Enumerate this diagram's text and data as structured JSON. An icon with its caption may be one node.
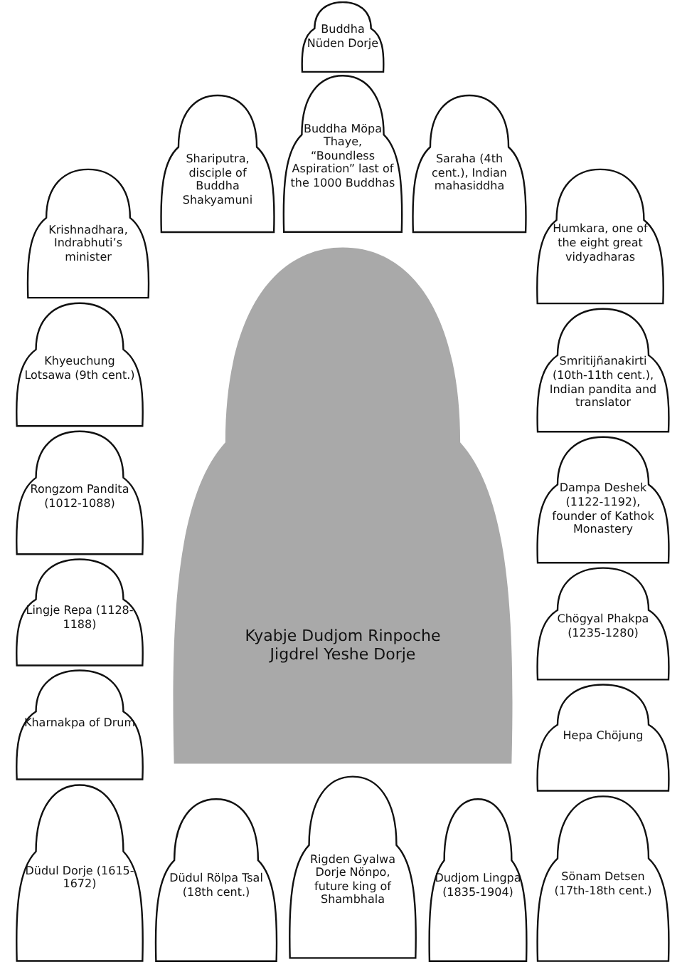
{
  "diagram": {
    "nodes": [
      {
        "text": [
          "Buddha Nüden Dorje"
        ]
      },
      {
        "text": [
          "Buddha Möpa Thaye, “Boundless Aspiration” last of the 1000 Buddhas"
        ]
      },
      {
        "text": [
          "Shariputra, disciple of Buddha Shakyamuni"
        ]
      },
      {
        "text": [
          "Saraha (4th cent.), Indian mahasiddha"
        ]
      },
      {
        "text": [
          "Krishnadhara, Indrabhuti’s minister"
        ]
      },
      {
        "text": [
          "Humkara, one of the eight great vidyadharas"
        ]
      },
      {
        "text": [
          "Khyeuchung Lotsawa (9th cent.)"
        ]
      },
      {
        "text": [
          "Smritijñanakirti (10th-11th cent.), Indian pandita and translator"
        ]
      },
      {
        "text": [
          "Kyabje Dudjom Rinpoche Jigdrel Yeshe Dorje"
        ]
      },
      {
        "text": [
          "Rongzom Pandita (1012-1088)"
        ]
      },
      {
        "text": [
          "Dampa Deshek (1122-1192), founder of Kathok Monastery"
        ]
      },
      {
        "text": [
          "Lingje Repa (1128-1188)"
        ]
      },
      {
        "text": [
          "Chögyal Phakpa (1235-1280)"
        ]
      },
      {
        "text": [
          "Kharnakpa of Drum"
        ]
      },
      {
        "text": [
          "Hepa Chöjung"
        ]
      },
      {
        "text": [
          "Rigden Gyalwa Dorje Nönpo, future king of Shambhala"
        ]
      },
      {
        "text": [
          "Düdul Dorje (1615-1672)"
        ]
      },
      {
        "text": [
          "Düdul Rölpa Tsal (18th cent.)"
        ]
      },
      {
        "text": [
          "Dudjom Lingpa (1835-1904)"
        ]
      },
      {
        "text": [
          "Sönam Detsen (17th-18th cent.)"
        ]
      }
    ]
  }
}
